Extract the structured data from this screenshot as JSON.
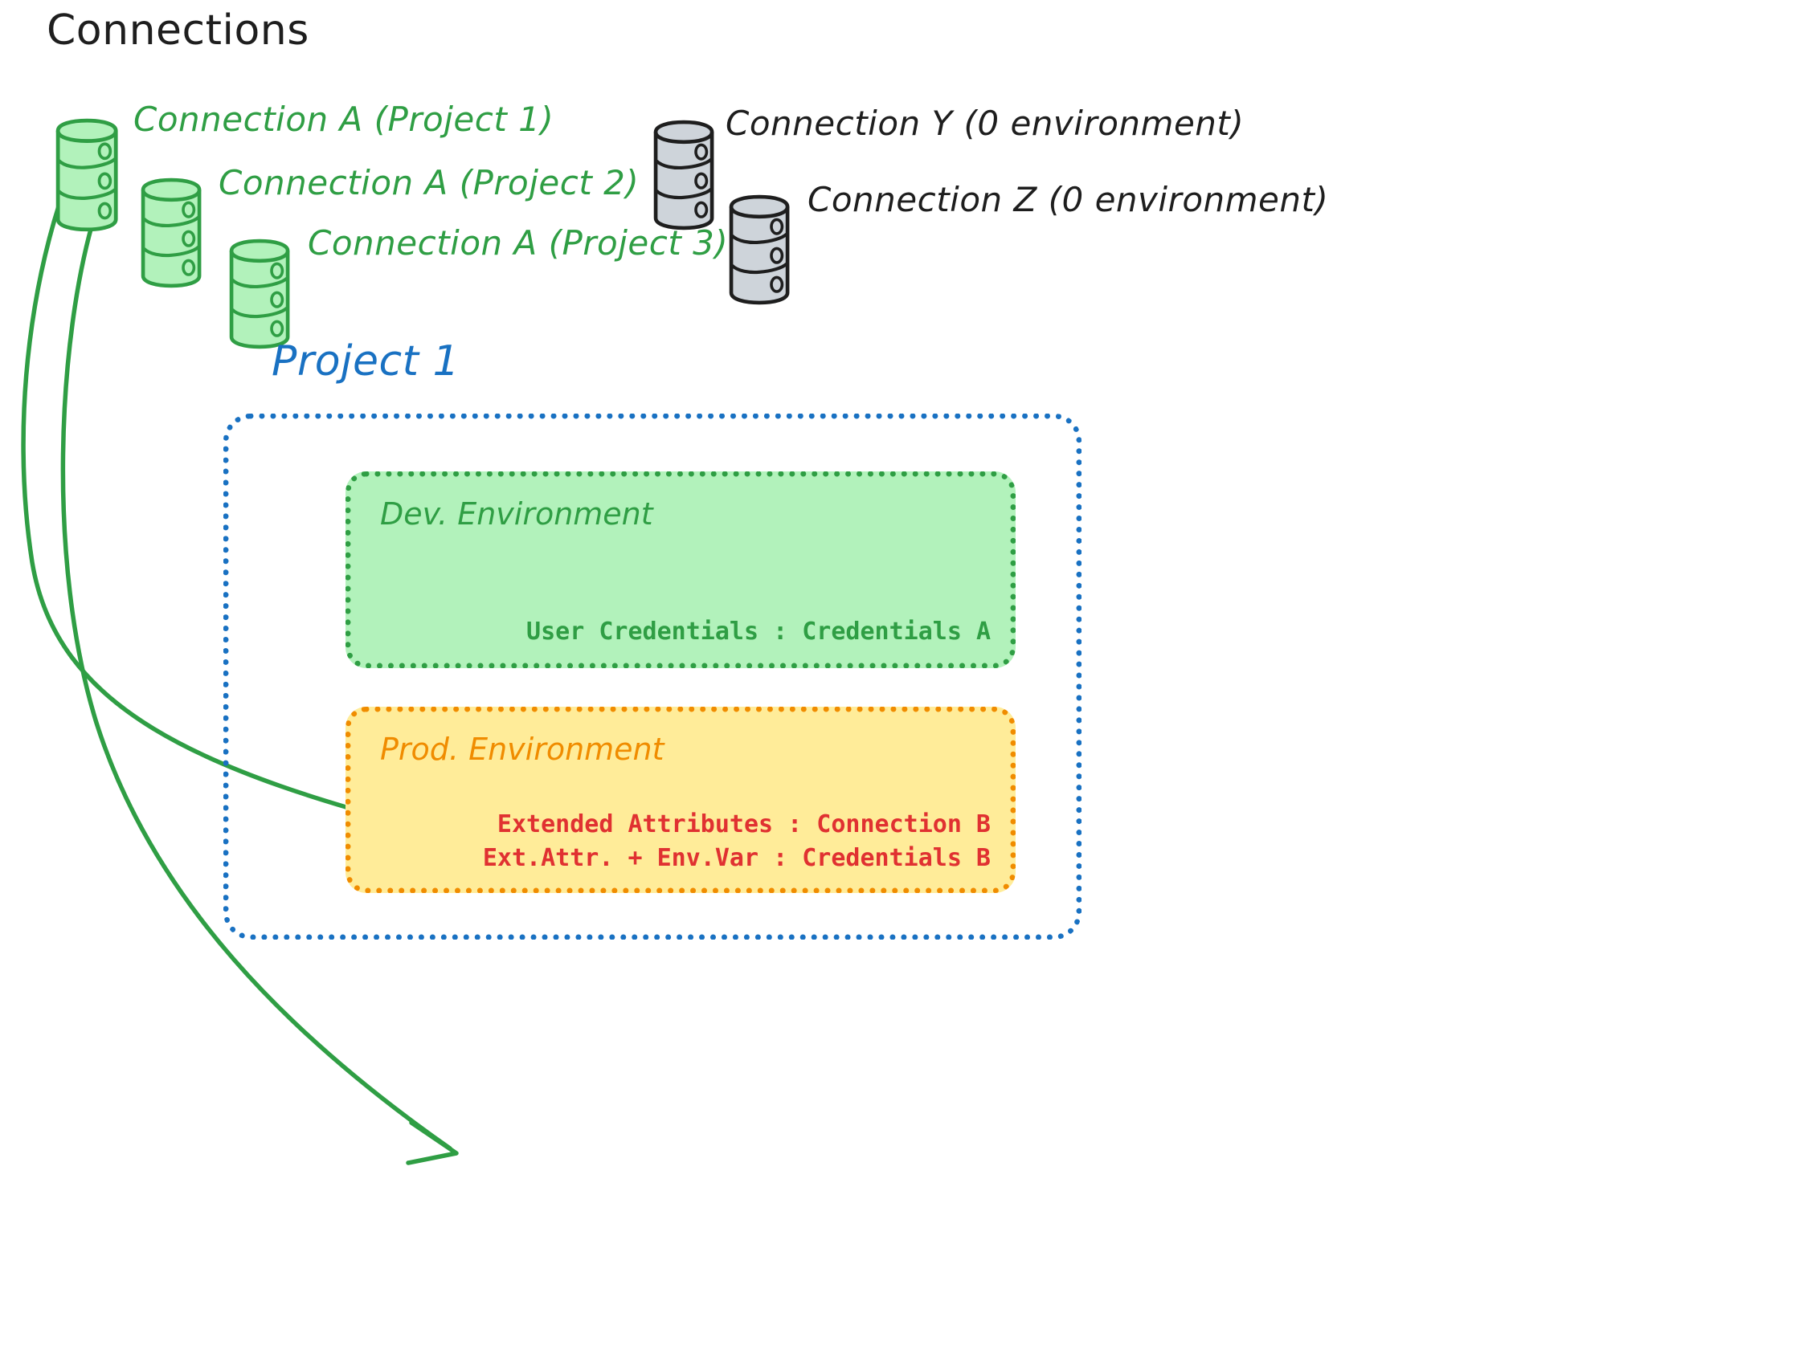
{
  "page": {
    "title": "Connections",
    "background": "#ffffff"
  },
  "colors": {
    "green_stroke": "#2f9e44",
    "green_fill": "#b2f2bb",
    "grey_stroke": "#1e1e1e",
    "grey_fill": "#ced4da",
    "blue": "#1971c2",
    "orange": "#f08c00",
    "yellow_fill": "#ffec99",
    "red": "#e03131",
    "black": "#1e1e1e"
  },
  "connections": {
    "green": [
      {
        "label": "Connection A (Project 1)",
        "icon": "database-icon",
        "color": "#2f9e44"
      },
      {
        "label": "Connection A (Project 2)",
        "icon": "database-icon",
        "color": "#2f9e44"
      },
      {
        "label": "Connection A (Project 3)",
        "icon": "database-icon",
        "color": "#2f9e44"
      }
    ],
    "grey": [
      {
        "label": "Connection Y (0 environment)",
        "icon": "database-icon",
        "color": "#1e1e1e"
      },
      {
        "label": "Connection Z (0 environment)",
        "icon": "database-icon",
        "color": "#1e1e1e"
      }
    ]
  },
  "project": {
    "title": "Project 1",
    "environments": [
      {
        "title": "Dev. Environment",
        "body": "User Credentials : Credentials A",
        "fill": "#b2f2bb",
        "border": "#2f9e44",
        "text": "#2f9e44"
      },
      {
        "title": "Prod. Environment",
        "body": "Extended Attributes : Connection B\nExt.Attr. + Env.Var : Credentials B",
        "fill": "#ffec99",
        "border": "#f08c00",
        "text": "#e03131"
      }
    ]
  },
  "arrows": [
    {
      "from": "Connection A (Project 1)",
      "to": "Dev. Environment",
      "color": "#2f9e44"
    },
    {
      "from": "Connection A (Project 1)",
      "to": "Prod. Environment",
      "color": "#2f9e44"
    }
  ]
}
